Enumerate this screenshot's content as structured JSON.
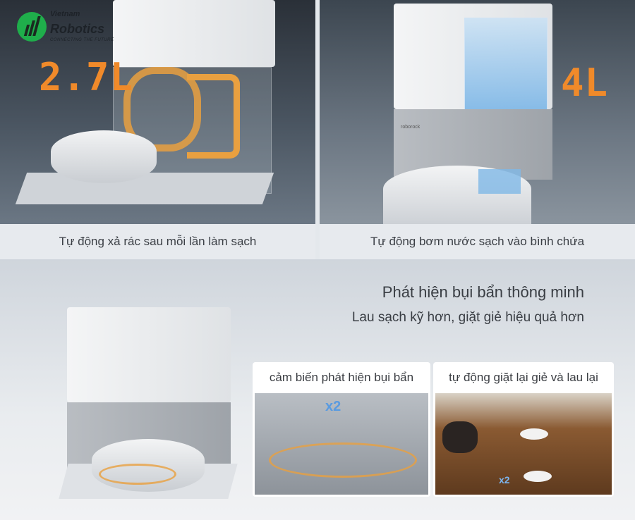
{
  "logo": {
    "line1": "Vietnam",
    "line2": "Robotics",
    "tagline": "CONNECTING THE FUTURE",
    "color": "#1fae4b"
  },
  "panels": [
    {
      "badge": "2.7L",
      "caption": "Tự động xả rác sau mỗi lần làm sạch"
    },
    {
      "badge": "4L",
      "caption": "Tự động bơm nước sạch vào bình chứa",
      "brand_on_station": "roborock"
    }
  ],
  "feature": {
    "title": "Phát hiện bụi bẩn thông minh",
    "subtitle": "Lau sạch kỹ hơn, giặt giẻ hiệu quả hơn",
    "cards": [
      {
        "label": "cảm biến phát hiện bụi bẩn",
        "overlay": "x2"
      },
      {
        "label": "tự động giặt lại giẻ và lau lại",
        "overlay": "x2"
      }
    ]
  },
  "colors": {
    "accent": "#f08a2a",
    "brand": "#1fae4b"
  }
}
